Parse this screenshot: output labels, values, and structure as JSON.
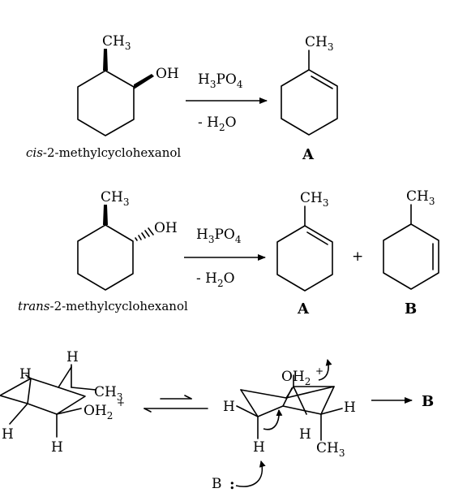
{
  "reaction1": {
    "reactant_methyl": "CH3",
    "reactant_oh": "OH",
    "reagent": "H3PO4",
    "condition": "- H2O",
    "name_prefix": "cis",
    "name_rest": "-2-methylcyclohexanol",
    "product_methyl": "CH3",
    "product_label": "A"
  },
  "reaction2": {
    "reactant_methyl": "CH3",
    "reactant_oh": "OH",
    "reagent": "H3PO4",
    "condition": "- H2O",
    "name_prefix": "trans",
    "name_rest": "-2-methylcyclohexanol",
    "product_a_methyl": "CH3",
    "product_a_label": "A",
    "plus": "+",
    "product_b_methyl": "CH3",
    "product_b_label": "B"
  },
  "mechanism": {
    "left_chair": {
      "h_labels": [
        "H",
        "H",
        "H",
        "H"
      ],
      "methyl": "CH3",
      "oh2": "OH2",
      "charge": "+"
    },
    "right_chair": {
      "h_labels": [
        "H",
        "H",
        "H",
        "H"
      ],
      "oh2": "OH2",
      "charge": "+",
      "methyl": "CH3"
    },
    "product_label": "B",
    "base_label": "B",
    "base_lone_pair": ":"
  }
}
